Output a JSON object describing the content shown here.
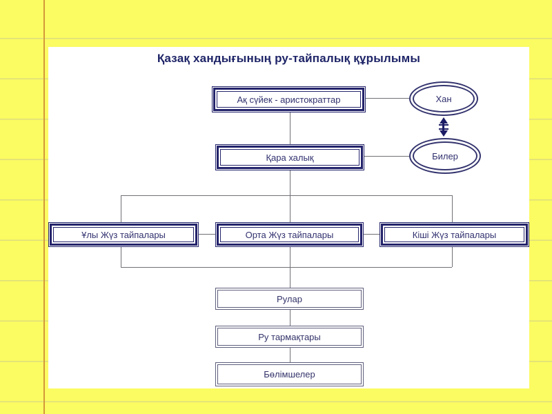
{
  "diagram": {
    "title": "Қазақ хандығының ру-тайпалық құрылымы",
    "nodes": {
      "aq_suyek": "Ақ сүйек - аристократтар",
      "khan": "Хан",
      "qara_halyq": "Қара халық",
      "biler": "Билер",
      "uly_zhuz": "Ұлы Жүз тайпалары",
      "orta_zhuz": "Орта Жүз тайпалары",
      "kishi_zhuz": "Кіші Жүз тайпалары",
      "rular": "Рулар",
      "ru_tarmaqtary": "Ру тармақтары",
      "bolimsheler": "Бөлімшелер"
    },
    "colors": {
      "page_yellow": "#fbfb62",
      "rule_line": "#dedd7c",
      "margin_orange": "#d4983b",
      "canvas_white": "#ffffff",
      "frame_navy": "#23236b",
      "thin_frame": "#5d5d7c",
      "text_navy": "#30306f",
      "title_navy": "#1e2467",
      "connector_gray": "#6f6f76",
      "arrow_navy": "#1c1c66"
    }
  }
}
